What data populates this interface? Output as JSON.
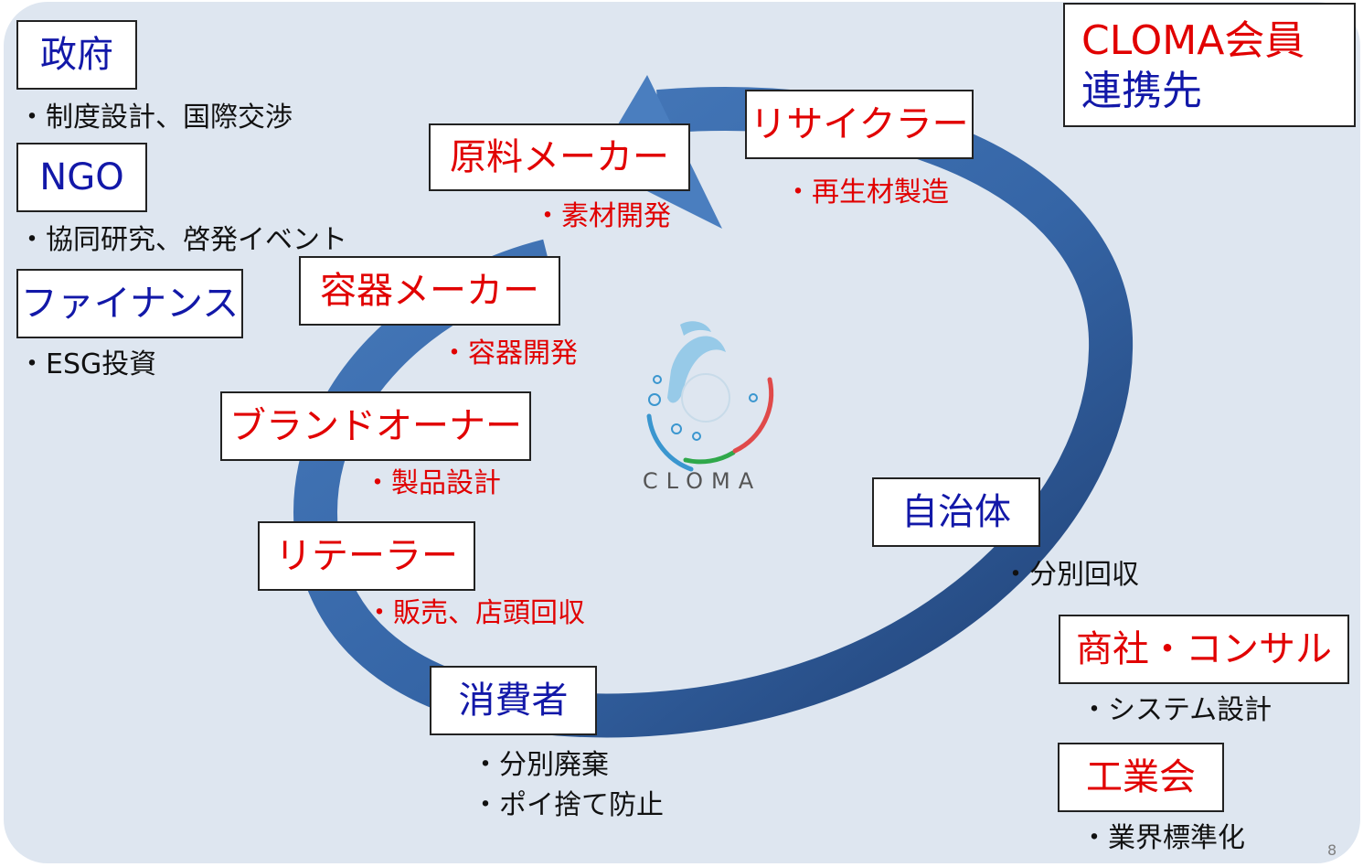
{
  "legend": {
    "line1": "CLOMA会員",
    "line2": "連携先"
  },
  "page_number": "8",
  "logo": {
    "text": "CLOMA"
  },
  "colors": {
    "member": "#e10000",
    "partner": "#1218a8",
    "arrow_light": "#4a7ebf",
    "arrow_dark": "#1f3f73",
    "background": "#dee6f0"
  },
  "partners": [
    {
      "name": "政府",
      "desc": [
        "・制度設計、国際交渉"
      ]
    },
    {
      "name": "NGO",
      "desc": [
        "・協同研究、啓発イベント"
      ]
    },
    {
      "name": "ファイナンス",
      "desc": [
        "・ESG投資"
      ]
    },
    {
      "name": "自治体",
      "desc": [
        "・分別回収"
      ]
    },
    {
      "name": "消費者",
      "desc": [
        "・分別廃棄",
        "・ポイ捨て防止"
      ]
    }
  ],
  "members": [
    {
      "name": "原料メーカー",
      "desc": [
        "・素材開発"
      ]
    },
    {
      "name": "容器メーカー",
      "desc": [
        "・容器開発"
      ]
    },
    {
      "name": "ブランドオーナー",
      "desc": [
        "・製品設計"
      ]
    },
    {
      "name": "リテーラー",
      "desc": [
        "・販売、店頭回収"
      ]
    },
    {
      "name": "リサイクラー",
      "desc": [
        "・再生材製造"
      ]
    },
    {
      "name": "商社・コンサル",
      "desc": [
        "・システム設計"
      ]
    },
    {
      "name": "工業会",
      "desc": [
        "・業界標準化"
      ]
    }
  ]
}
